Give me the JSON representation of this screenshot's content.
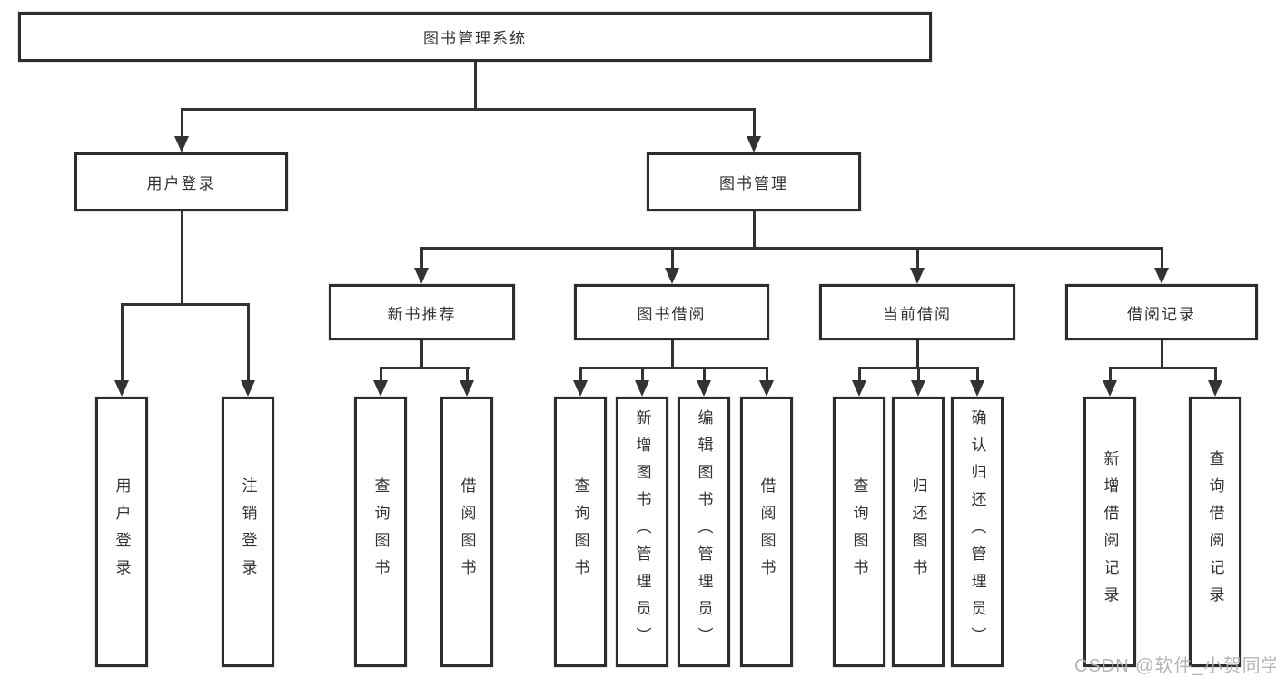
{
  "diagram": {
    "root": {
      "label": "图书管理系统"
    },
    "user_login": {
      "label": "用户登录",
      "children": [
        "用户登录",
        "注销登录"
      ]
    },
    "book_mgmt": {
      "label": "图书管理",
      "sections": {
        "new_book": {
          "label": "新书推荐",
          "children": [
            "查询图书",
            "借阅图书"
          ]
        },
        "borrow": {
          "label": "图书借阅",
          "children": [
            "查询图书",
            "新增图书（管理员）",
            "编辑图书（管理员）",
            "借阅图书"
          ]
        },
        "current": {
          "label": "当前借阅",
          "children": [
            "查询图书",
            "归还图书",
            "确认归还（管理员）"
          ]
        },
        "records": {
          "label": "借阅记录",
          "children": [
            "新增借阅记录",
            "查询借阅记录"
          ]
        }
      }
    },
    "watermark": "CSDN @软件_小贺同学",
    "colors": {
      "line": "#333333",
      "border": "#2d2d2d",
      "text": "#333333",
      "watermark": "#b0b0b6",
      "background": "#ffffff"
    }
  }
}
